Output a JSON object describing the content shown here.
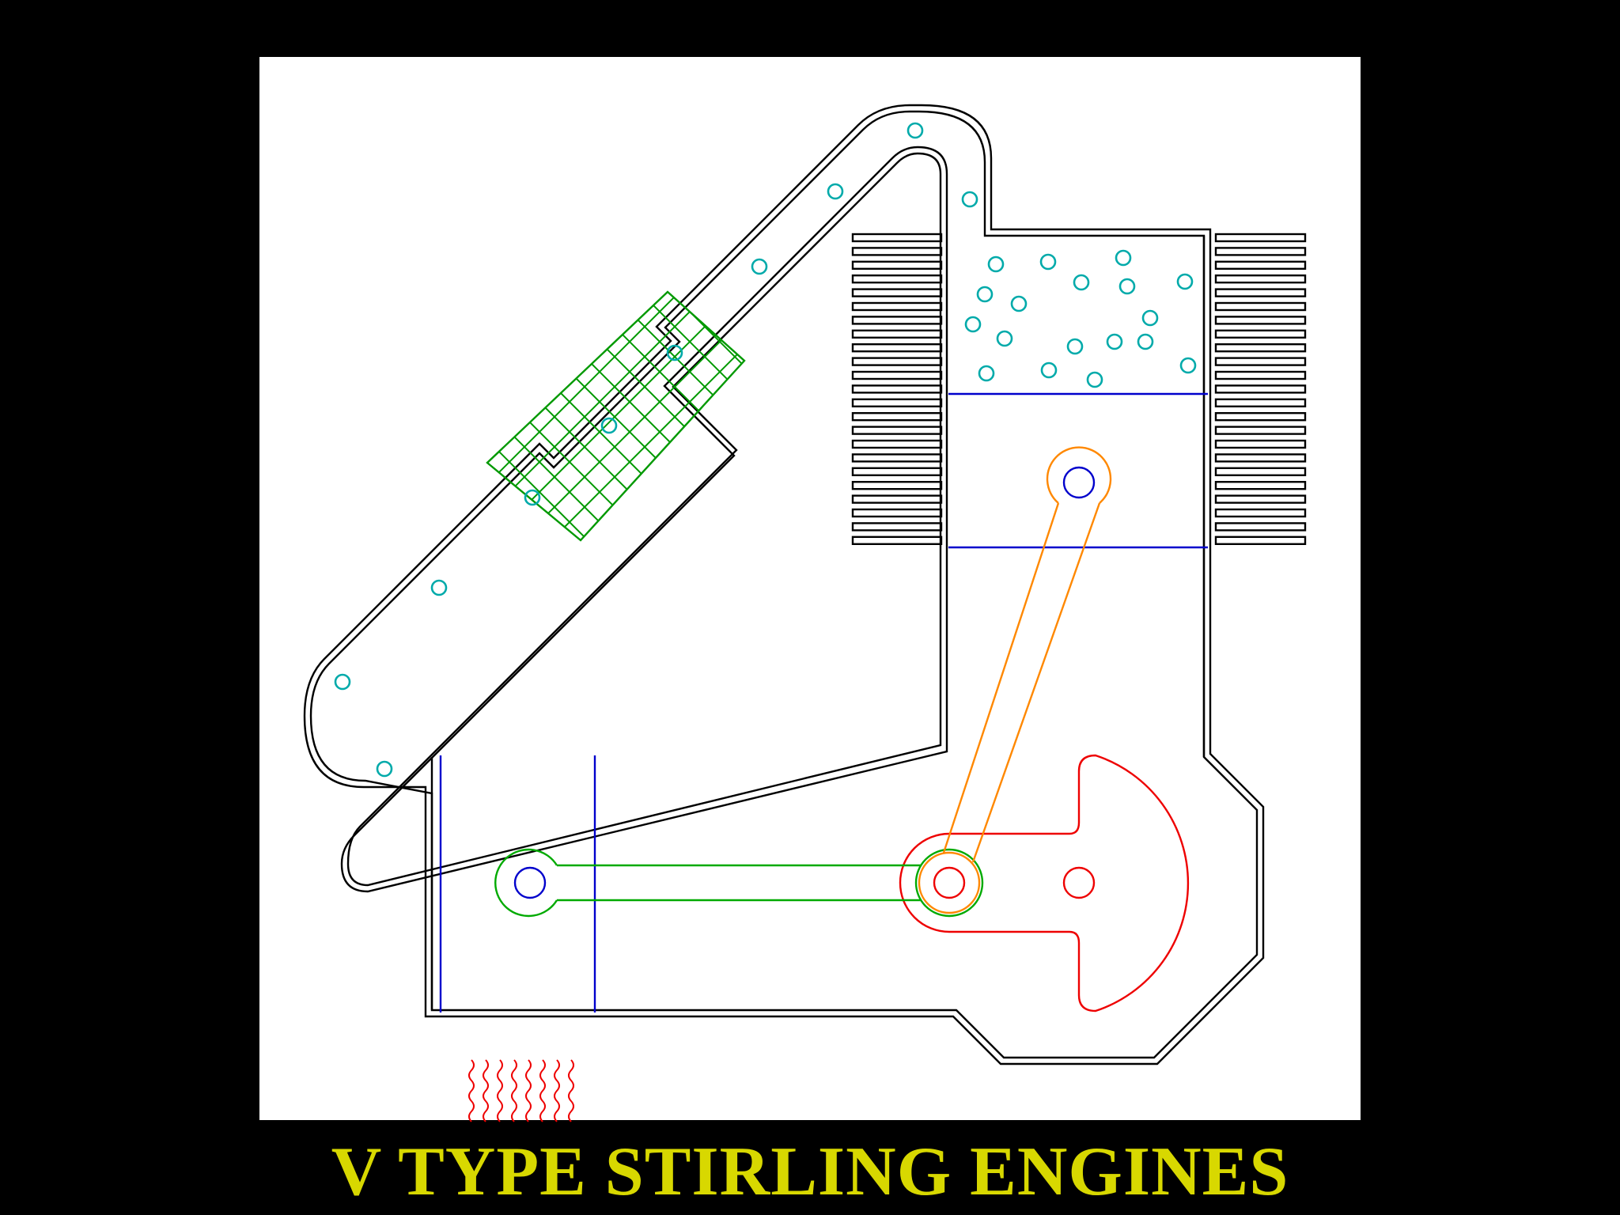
{
  "slide": {
    "caption": "V TYPE STIRLING ENGINES",
    "caption_color": "#d8d800",
    "background": "#000000",
    "panel_background": "#ffffff"
  },
  "colors": {
    "engine_outline": "#000000",
    "piston_line": "#0000cc",
    "regenerator_mesh": "#009900",
    "gas_bubble": "#00aaaa",
    "cold_rod": "#ff8800",
    "hot_rod": "#00aa00",
    "crank": "#ee0000",
    "heat_source": "#ee0000"
  },
  "icons": {
    "fins": "cooling-fins",
    "bubbles": "working-gas-bubbles",
    "heat": "flame-heat-waves",
    "regenerator": "regenerator-mesh"
  }
}
